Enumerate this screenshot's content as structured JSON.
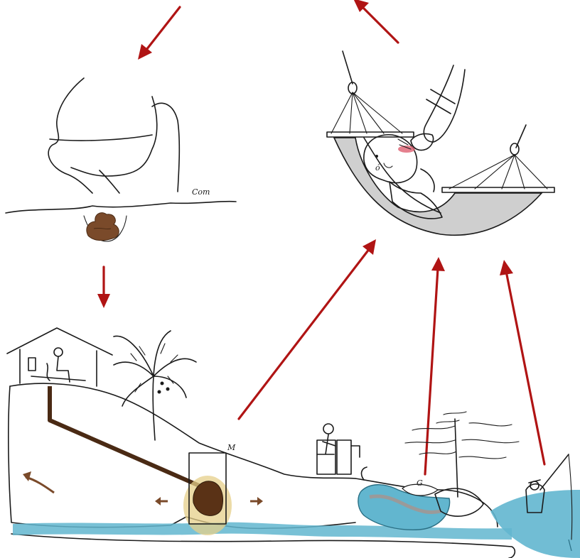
{
  "diagram": {
    "type": "fecal-oral transmission cycle illustration",
    "colors": {
      "arrow": "#b01414",
      "feces": "#7a4a2a",
      "pit_stain": "#e6cf8a",
      "water": "#62b6cf",
      "hammock_fabric": "#cfcfcf",
      "blush": "#e06a7a",
      "outline": "#1a1a1a"
    },
    "scenes": [
      {
        "id": "defecation",
        "icon": "squatting-person-icon"
      },
      {
        "id": "pit-latrine",
        "icon": "latrine-house-icon"
      },
      {
        "id": "hand-washing-at-pump",
        "icon": "water-pump-icon"
      },
      {
        "id": "water-source",
        "icon": "pond-icon"
      },
      {
        "id": "river-fishing",
        "icon": "fisherman-icon"
      },
      {
        "id": "ill-person-in-hammock",
        "icon": "hammock-icon"
      }
    ],
    "arrows": [
      {
        "id": "arrow-top-to-defecation",
        "from": "top",
        "to": "defecation"
      },
      {
        "id": "arrow-hammock-to-top",
        "from": "ill-person-in-hammock",
        "to": "top"
      },
      {
        "id": "arrow-defecation-to-latrine",
        "from": "defecation",
        "to": "pit-latrine"
      },
      {
        "id": "arrow-latrine-to-hammock",
        "from": "pit-latrine",
        "to": "ill-person-in-hammock"
      },
      {
        "id": "arrow-pond-to-hammock",
        "from": "water-source",
        "to": "ill-person-in-hammock"
      },
      {
        "id": "arrow-river-to-hammock",
        "from": "river-fishing",
        "to": "ill-person-in-hammock"
      }
    ]
  }
}
